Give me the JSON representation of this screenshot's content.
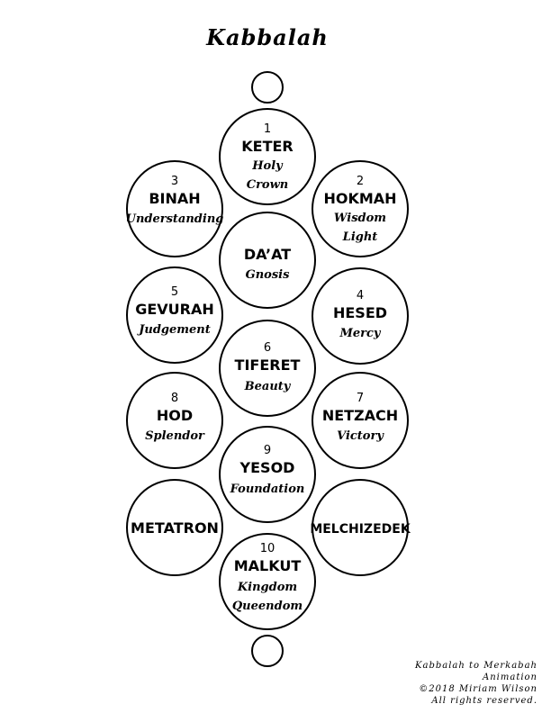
{
  "title": "Kabbalah",
  "sephirot": {
    "keter": {
      "num": "1",
      "name": "KETER",
      "sub1": "Holy",
      "sub2": "Crown"
    },
    "hokmah": {
      "num": "2",
      "name": "HOKMAH",
      "sub1": "Wisdom",
      "sub2": "Light"
    },
    "binah": {
      "num": "3",
      "name": "BINAH",
      "sub1": "Understanding"
    },
    "daat": {
      "name": "DA’AT",
      "sub1": "Gnosis"
    },
    "hesed": {
      "num": "4",
      "name": "HESED",
      "sub1": "Mercy"
    },
    "gevurah": {
      "num": "5",
      "name": "GEVURAH",
      "sub1": "Judgement"
    },
    "tiferet": {
      "num": "6",
      "name": "TIFERET",
      "sub1": "Beauty"
    },
    "netzach": {
      "num": "7",
      "name": "NETZACH",
      "sub1": "Victory"
    },
    "hod": {
      "num": "8",
      "name": "HOD",
      "sub1": "Splendor"
    },
    "yesod": {
      "num": "9",
      "name": "YESOD",
      "sub1": "Foundation"
    },
    "malkut": {
      "num": "10",
      "name": "MALKUT",
      "sub1": "Kingdom",
      "sub2": "Queendom"
    },
    "metatron": {
      "name": "METATRON"
    },
    "melchizedek": {
      "name": "MELCHIZEDEK"
    }
  },
  "credit": {
    "line1": "Kabbalah to Merkabah",
    "line2": "Animation",
    "line3": "©2018 Miriam Wilson",
    "line4": "All rights reserved."
  }
}
